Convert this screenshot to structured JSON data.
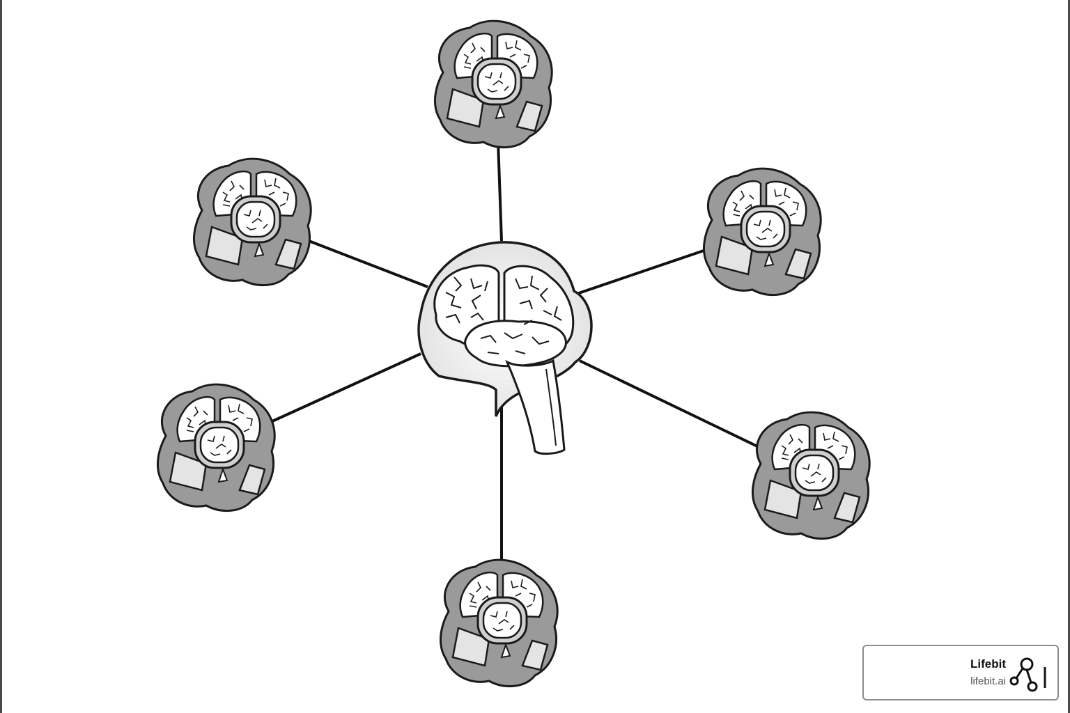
{
  "colors": {
    "background": "#ffffff",
    "stroke": "#1a1a1a",
    "node_fill": "#9a9a9a",
    "petal_fill": "#d6d6d6",
    "brain_fill": "#ffffff",
    "hub_fill": "#efefef"
  },
  "diagram": {
    "hub": {
      "icon": "central-brain-icon"
    },
    "nodes": [
      {
        "icon": "brain-node-icon",
        "position": "top"
      },
      {
        "icon": "brain-node-icon",
        "position": "upper-left"
      },
      {
        "icon": "brain-node-icon",
        "position": "upper-right"
      },
      {
        "icon": "brain-node-icon",
        "position": "lower-left"
      },
      {
        "icon": "brain-node-icon",
        "position": "lower-right"
      },
      {
        "icon": "brain-node-icon",
        "position": "bottom"
      }
    ]
  },
  "badge": {
    "title": "Lifebit",
    "url": "lifebit.ai",
    "icon": "lifebit-logo-icon"
  }
}
